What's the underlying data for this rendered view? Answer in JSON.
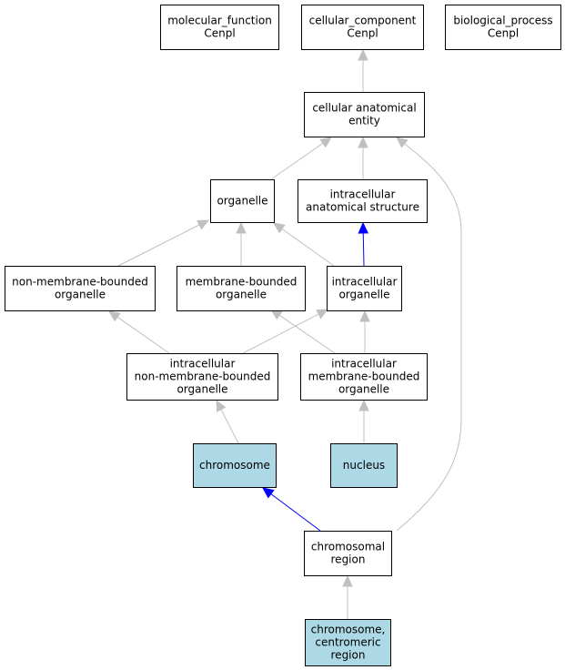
{
  "colors": {
    "highlight": "#add8e6",
    "edge_default": "#c0c0c0",
    "edge_blue": "#0000ff",
    "border": "#000000",
    "text": "#000000"
  },
  "nodes": [
    {
      "id": "molecular_function",
      "lines": [
        "molecular_function",
        "Cenpl"
      ],
      "highlight": false
    },
    {
      "id": "cellular_component",
      "lines": [
        "cellular_component",
        "Cenpl"
      ],
      "highlight": false
    },
    {
      "id": "biological_process",
      "lines": [
        "biological_process",
        "Cenpl"
      ],
      "highlight": false
    },
    {
      "id": "cellular_anatomical_entity",
      "lines": [
        "cellular anatomical",
        "entity"
      ],
      "highlight": false
    },
    {
      "id": "organelle",
      "lines": [
        "organelle"
      ],
      "highlight": false
    },
    {
      "id": "intracellular_anatomical_structure",
      "lines": [
        "intracellular",
        "anatomical structure"
      ],
      "highlight": false
    },
    {
      "id": "non_membrane_bounded_organelle",
      "lines": [
        "non-membrane-bounded",
        "organelle"
      ],
      "highlight": false
    },
    {
      "id": "membrane_bounded_organelle",
      "lines": [
        "membrane-bounded",
        "organelle"
      ],
      "highlight": false
    },
    {
      "id": "intracellular_organelle",
      "lines": [
        "intracellular",
        "organelle"
      ],
      "highlight": false
    },
    {
      "id": "intracellular_non_membrane_bounded_organelle",
      "lines": [
        "intracellular",
        "non-membrane-bounded",
        "organelle"
      ],
      "highlight": false
    },
    {
      "id": "intracellular_membrane_bounded_organelle",
      "lines": [
        "intracellular",
        "membrane-bounded",
        "organelle"
      ],
      "highlight": false
    },
    {
      "id": "chromosome",
      "lines": [
        "chromosome"
      ],
      "highlight": true
    },
    {
      "id": "nucleus",
      "lines": [
        "nucleus"
      ],
      "highlight": true
    },
    {
      "id": "chromosomal_region",
      "lines": [
        "chromosomal",
        "region"
      ],
      "highlight": false
    },
    {
      "id": "chromosome_centromeric_region",
      "lines": [
        "chromosome,",
        "centromeric",
        "region"
      ],
      "highlight": true
    }
  ],
  "edges": [
    {
      "from": "cellular_anatomical_entity",
      "to": "cellular_component",
      "color": "gray"
    },
    {
      "from": "organelle",
      "to": "cellular_anatomical_entity",
      "color": "gray"
    },
    {
      "from": "intracellular_anatomical_structure",
      "to": "cellular_anatomical_entity",
      "color": "gray"
    },
    {
      "from": "chromosomal_region",
      "to": "cellular_anatomical_entity",
      "color": "gray"
    },
    {
      "from": "intracellular_organelle",
      "to": "intracellular_anatomical_structure",
      "color": "blue"
    },
    {
      "from": "non_membrane_bounded_organelle",
      "to": "organelle",
      "color": "gray"
    },
    {
      "from": "membrane_bounded_organelle",
      "to": "organelle",
      "color": "gray"
    },
    {
      "from": "intracellular_organelle",
      "to": "organelle",
      "color": "gray"
    },
    {
      "from": "intracellular_non_membrane_bounded_organelle",
      "to": "non_membrane_bounded_organelle",
      "color": "gray"
    },
    {
      "from": "intracellular_non_membrane_bounded_organelle",
      "to": "intracellular_organelle",
      "color": "gray"
    },
    {
      "from": "intracellular_membrane_bounded_organelle",
      "to": "membrane_bounded_organelle",
      "color": "gray"
    },
    {
      "from": "intracellular_membrane_bounded_organelle",
      "to": "intracellular_organelle",
      "color": "gray"
    },
    {
      "from": "chromosome",
      "to": "intracellular_non_membrane_bounded_organelle",
      "color": "gray"
    },
    {
      "from": "nucleus",
      "to": "intracellular_membrane_bounded_organelle",
      "color": "gray"
    },
    {
      "from": "chromosomal_region",
      "to": "chromosome",
      "color": "blue"
    },
    {
      "from": "chromosome_centromeric_region",
      "to": "chromosomal_region",
      "color": "gray"
    }
  ]
}
